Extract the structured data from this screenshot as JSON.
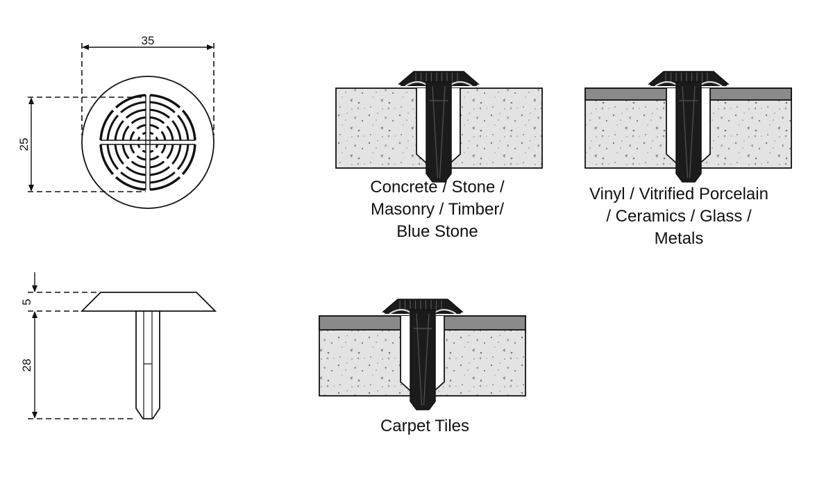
{
  "dimensions": {
    "stud_diameter": "35",
    "top_pattern_height": "25",
    "head_thickness": "5",
    "shank_length": "28"
  },
  "captions": {
    "concrete": [
      "Concrete / Stone /",
      "Masonry / Timber/",
      "Blue Stone"
    ],
    "vinyl": [
      "Vinyl / Vitrified Porcelain",
      "/ Ceramics / Glass /",
      "Metals"
    ],
    "carpet": [
      "Carpet Tiles"
    ]
  },
  "colors": {
    "line": "#111111",
    "concrete_fill": "#e3e3e3",
    "stud_fill": "#1b1b1b",
    "surface_layer": "#8a8a8a"
  }
}
